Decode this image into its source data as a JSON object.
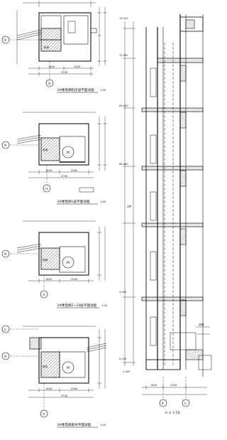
{
  "drawing": {
    "plans": [
      {
        "caption": "3#楼电梯机房层平面详图",
        "scale": "1:50",
        "room_label": "机房",
        "axis_top": "K",
        "axis_bottom": "H",
        "has_lift_symbol": false
      },
      {
        "caption": "3#楼电梯1层平面详图",
        "scale": "1:50",
        "room_label": "电梯",
        "axis_top": "K",
        "axis_bottom": "H",
        "has_lift_symbol": true,
        "lift_mark": "M"
      },
      {
        "caption": "3#楼电梯2~24层平面详图",
        "scale": "1:50",
        "room_label": "电梯",
        "axis_top": "K",
        "axis_bottom": "H",
        "has_lift_symbol": true,
        "lift_mark": "M"
      },
      {
        "caption": "3#楼电梯底坑平面详图",
        "scale": "1:50",
        "room_label": "底坑",
        "axis_top": "L",
        "axis_mid": "K",
        "axis_bottom": "H",
        "has_lift_symbol": true,
        "lift_mark": "M"
      }
    ],
    "plan_dims": {
      "left": "1400",
      "right": "2300",
      "bottom_total": "3700"
    },
    "section": {
      "caption": "①-① 1:50",
      "level_marks": [
        "73.100",
        "72.000",
        "69.200",
        "66.400",
        "3.300",
        "0.000",
        "-1.400"
      ],
      "floors_label": "3#",
      "note_label": "说明",
      "bottom_axes": [
        "K",
        "L"
      ],
      "bottom_dims": [
        "1400",
        "2300"
      ]
    }
  }
}
